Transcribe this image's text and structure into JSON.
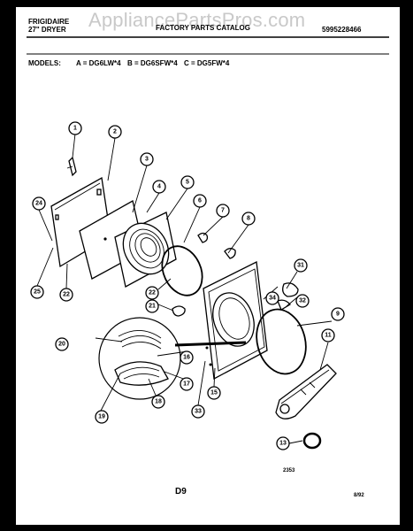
{
  "header": {
    "brand_line1": "FRIGIDAIRE",
    "brand_line2": "27\" DRYER",
    "catalog_title": "FACTORY PARTS CATALOG",
    "catalog_number": "5995228466",
    "watermark": "AppliancePartsPros.com"
  },
  "models": {
    "label": "MODELS:",
    "a": "A = DG6LW*4",
    "b": "B = DG6SFW*4",
    "c": "C = DG5FW*4"
  },
  "diagram": {
    "callouts": [
      "1",
      "2",
      "3",
      "4",
      "5",
      "6",
      "7",
      "8",
      "24",
      "25",
      "22",
      "22",
      "21",
      "31",
      "34",
      "32",
      "9",
      "20",
      "16",
      "17",
      "15",
      "18",
      "19",
      "33",
      "11",
      "13"
    ],
    "figure_number": "2353"
  },
  "footer": {
    "page_code": "D9",
    "date_code": "8/92"
  }
}
